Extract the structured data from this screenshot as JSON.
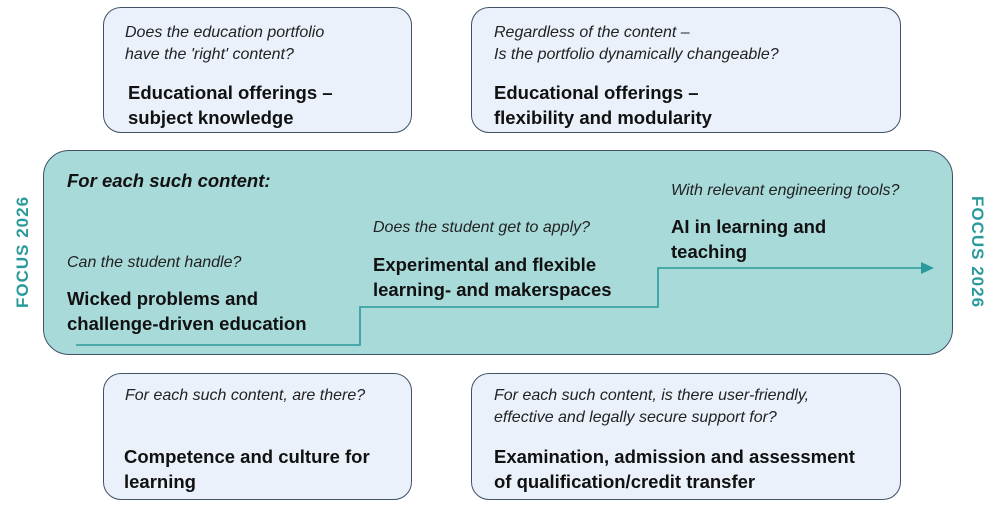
{
  "cards": {
    "top_left": {
      "question": "Does the education portfolio\nhave the 'right' content?",
      "title": "Educational offerings –\nsubject knowledge"
    },
    "top_right": {
      "question": "Regardless of the content –\nIs the portfolio dynamically changeable?",
      "title": "Educational offerings –\nflexibility and modularity"
    },
    "bottom_left": {
      "question": "For each such content, are there?",
      "title": "Competence and culture for\nlearning"
    },
    "bottom_right": {
      "question": "For each such content, is there user-friendly,\neffective and legally secure support for?",
      "title": "Examination, admission and assessment\nof qualification/credit transfer"
    }
  },
  "band": {
    "heading": "For each such content:",
    "steps": [
      {
        "question": "Can the student handle?",
        "title": "Wicked problems and\nchallenge-driven education"
      },
      {
        "question": "Does the student get to apply?",
        "title": "Experimental and flexible\nlearning- and makerspaces"
      },
      {
        "question": "With relevant engineering tools?",
        "title": "AI in learning and\nteaching"
      }
    ]
  },
  "side_labels": {
    "left": "FOCUS 2026",
    "right": "FOCUS 2026"
  },
  "colors": {
    "band": "#a9dada",
    "card": "#eaf1fb",
    "accent": "#2a9a9a",
    "border": "#3f5266"
  }
}
